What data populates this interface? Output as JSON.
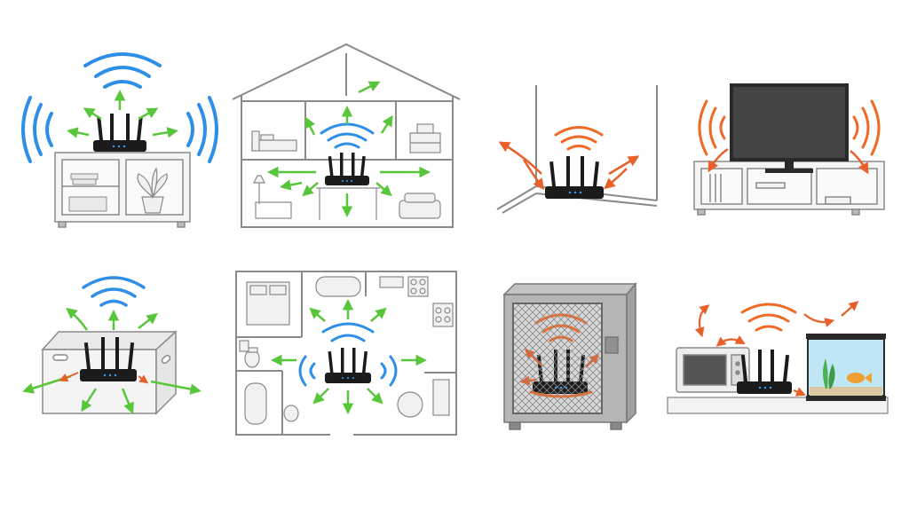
{
  "diagram": {
    "colors": {
      "good_signal": "#2f8ee8",
      "bad_signal": "#f06a25",
      "good_arrow": "#58c63a",
      "bad_arrow": "#e8602a",
      "router": "#1b1b1b",
      "router_led": "#3aa0ff",
      "outline": "#7a7a7a",
      "floor_fill": "#f3f3f3",
      "cage": "#9a9a9a",
      "water": "#bfe6f5"
    },
    "panels": [
      {
        "id": "elevated-open-shelf",
        "signal": "good",
        "icons": [
          "router-icon",
          "shelf-icon",
          "plant-icon",
          "books-icon"
        ]
      },
      {
        "id": "central-house-cross-section",
        "signal": "good",
        "icons": [
          "router-icon",
          "house-icon",
          "bed-icon",
          "sofa-icon",
          "lamp-icon"
        ]
      },
      {
        "id": "room-corner",
        "signal": "bad",
        "icons": [
          "router-icon",
          "wall-corner-icon"
        ]
      },
      {
        "id": "behind-tv",
        "signal": "bad",
        "icons": [
          "router-icon",
          "tv-icon",
          "tv-stand-icon"
        ]
      },
      {
        "id": "inside-box",
        "signal": "bad",
        "icons": [
          "router-icon",
          "box-icon"
        ]
      },
      {
        "id": "central-floor-plan",
        "signal": "good",
        "icons": [
          "router-icon",
          "floor-plan-icon",
          "bed-icon",
          "bathtub-icon",
          "toilet-icon",
          "stove-icon"
        ]
      },
      {
        "id": "metal-cabinet",
        "signal": "bad",
        "icons": [
          "router-icon",
          "cabinet-icon",
          "mesh-icon"
        ]
      },
      {
        "id": "near-microwave-aquarium",
        "signal": "bad",
        "icons": [
          "router-icon",
          "microwave-icon",
          "aquarium-icon",
          "fish-icon"
        ]
      }
    ]
  }
}
